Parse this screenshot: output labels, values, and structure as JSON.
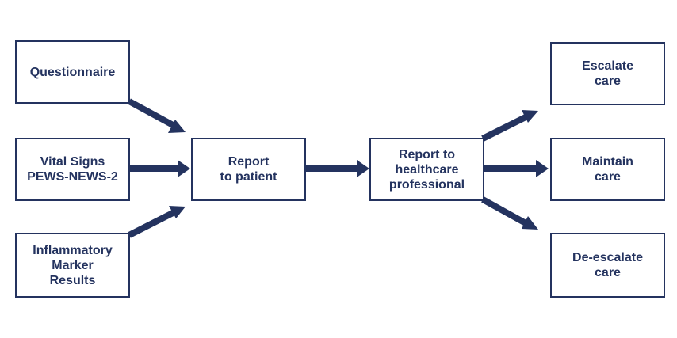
{
  "colors": {
    "stroke": "#24335f",
    "text": "#24335f",
    "background": "#ffffff"
  },
  "nodes": {
    "questionnaire": "Questionnaire",
    "vital_signs": "Vital Signs\nPEWS-NEWS-2",
    "inflammatory": "Inflammatory\nMarker\nResults",
    "report_patient": "Report\nto patient",
    "report_professional": "Report to\nhealthcare\nprofessional",
    "escalate": "Escalate\ncare",
    "maintain": "Maintain\ncare",
    "deescalate": "De-escalate\ncare"
  },
  "edges": [
    {
      "from": "questionnaire",
      "to": "report_patient"
    },
    {
      "from": "vital_signs",
      "to": "report_patient"
    },
    {
      "from": "inflammatory",
      "to": "report_patient"
    },
    {
      "from": "report_patient",
      "to": "report_professional"
    },
    {
      "from": "report_professional",
      "to": "escalate"
    },
    {
      "from": "report_professional",
      "to": "maintain"
    },
    {
      "from": "report_professional",
      "to": "deescalate"
    }
  ]
}
